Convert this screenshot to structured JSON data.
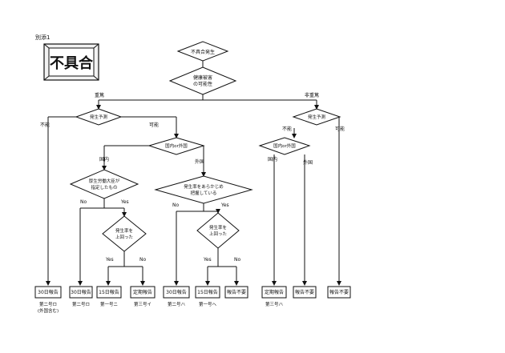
{
  "header": {
    "attachment_label": "別添1",
    "title_plate": "不具合"
  },
  "nodes": {
    "start": "不具合発生",
    "health_hazard": [
      "健康被害",
      "の可能性"
    ],
    "predict_left": "発生予測",
    "predict_right": "発生予測",
    "domestic_foreign_left": "国内or外国",
    "domestic_foreign_right": "国内or外国",
    "minister_designated": [
      "厚生労働大臣が",
      "指定したもの"
    ],
    "rate_known": [
      "発生率をあらかじめ",
      "把握している"
    ],
    "rate_exceeded_left": [
      "発生率を",
      "上回った"
    ],
    "rate_exceeded_right": [
      "発生率を",
      "上回った"
    ]
  },
  "branch_labels": {
    "serious": "重篤",
    "non_serious": "非重篤",
    "impossible_left": "不能",
    "possible_left": "可能",
    "impossible_right": "不能",
    "possible_right": "可能",
    "domestic_left": "国内",
    "foreign_left": "外国",
    "domestic_right": "国内",
    "foreign_right": "外国",
    "no_minister": "No",
    "yes_minister": "Yes",
    "no_rate_known": "No",
    "yes_rate_known": "Yes",
    "yes_exceed_left": "Yes",
    "no_exceed_left": "No",
    "yes_exceed_right": "Yes",
    "no_exceed_right": "No"
  },
  "outcomes": [
    {
      "label": "30日報告",
      "ref": "第二号ロ",
      "note": "(外国含む)"
    },
    {
      "label": "30日報告",
      "ref": "第二号ロ",
      "note": ""
    },
    {
      "label": "15日報告",
      "ref": "第一号ニ",
      "note": ""
    },
    {
      "label": "定期報告",
      "ref": "第三号イ",
      "note": ""
    },
    {
      "label": "30日報告",
      "ref": "第二号ハ",
      "note": ""
    },
    {
      "label": "15日報告",
      "ref": "第一号ヘ",
      "note": ""
    },
    {
      "label": "報告不要",
      "ref": "",
      "note": ""
    },
    {
      "label": "定期報告",
      "ref": "第三号ハ",
      "note": ""
    },
    {
      "label": "報告不要",
      "ref": "",
      "note": ""
    },
    {
      "label": "報告不要",
      "ref": "",
      "note": ""
    }
  ]
}
